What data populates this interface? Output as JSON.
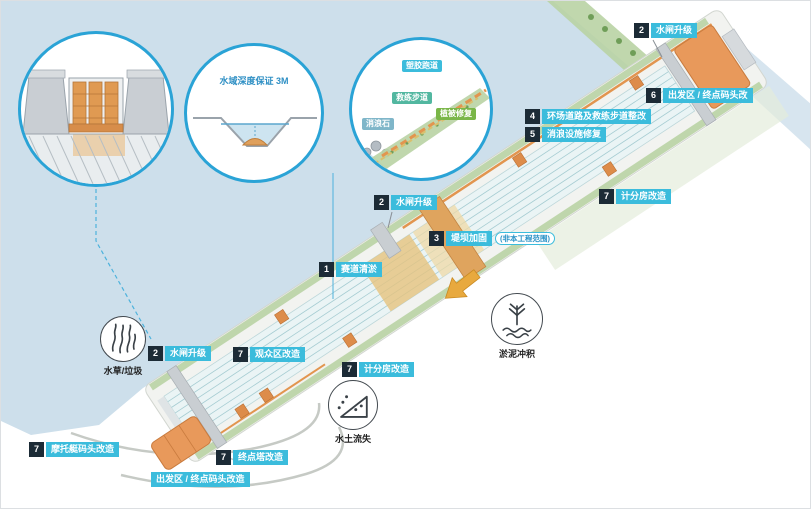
{
  "map": {
    "tags": [
      {
        "num": "2",
        "text": "水闸升级"
      },
      {
        "num": "6",
        "text": "出发区 / 终点码头改"
      },
      {
        "num": "4",
        "text": "环场道路及救练步道整改"
      },
      {
        "num": "5",
        "text": "消浪设施修复"
      },
      {
        "num": "7",
        "text": "计分房改造"
      },
      {
        "num": "2",
        "text": "水闸升级"
      },
      {
        "num": "3",
        "text": "堤坝加固",
        "note": "(非本工程范围)"
      },
      {
        "num": "1",
        "text": "赛道清淤"
      },
      {
        "num": "2",
        "text": "水闸升级"
      },
      {
        "num": "7",
        "text": "观众区改造"
      },
      {
        "num": "7",
        "text": "计分房改造"
      },
      {
        "num": "7",
        "text": "摩托艇码头改造"
      },
      {
        "num": "7",
        "text": "终点塔改造"
      },
      {
        "text": "出发区 / 终点码头改造"
      }
    ],
    "icons": [
      {
        "label": "水草/垃圾"
      },
      {
        "label": "水土流失"
      },
      {
        "label": "淤泥冲积"
      }
    ],
    "insets": {
      "depth_note": "水域深度保证 3M",
      "slope_labels": {
        "track": "塑胶跑道",
        "walkway": "救练步道",
        "vegetation": "植被修复",
        "rocks": "消浪石"
      }
    },
    "colors": {
      "water": "#cddfeb",
      "tag_cyan": "#3bbcdc",
      "tag_dark": "#1c2b36",
      "orange": "#e8995b",
      "green": "#b9d3a4",
      "inset_border": "#2aa3d6"
    }
  }
}
